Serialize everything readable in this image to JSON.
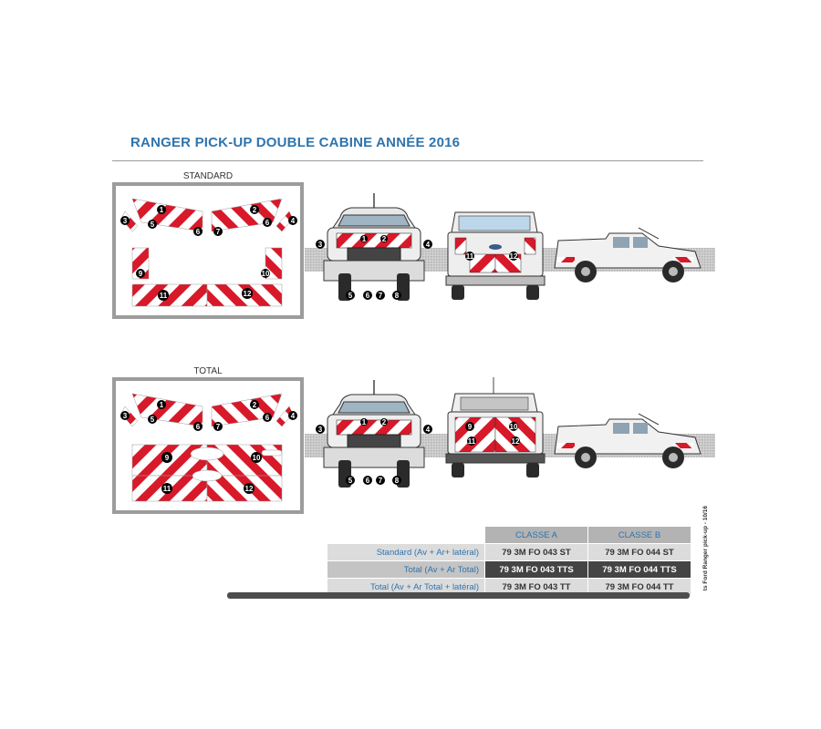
{
  "title": "RANGER PICK-UP DOUBLE CABINE ANNÉE 2016",
  "sections": {
    "standard_label": "STANDARD",
    "total_label": "TOTAL"
  },
  "table": {
    "headers": [
      "CLASSE A",
      "CLASSE B"
    ],
    "rows": [
      {
        "label": "Standard (Av + Ar+ latéral)",
        "a": "79 3M FO 043 ST",
        "b": "79 3M FO 044 ST"
      },
      {
        "label": "Total (Av + Ar Total)",
        "a": "79 3M FO 043 TTS",
        "b": "79 3M FO 044 TTS"
      },
      {
        "label": "Total (Av + Ar Total + latéral)",
        "a": "79 3M FO 043 TT",
        "b": "79 3M FO 044 TT"
      }
    ]
  },
  "side_note": "ts Ford Ranger pick-up - 10/16",
  "colors": {
    "title": "#2f74ad",
    "stripe_red": "#d7192a",
    "frame": "#9c9c9c"
  }
}
